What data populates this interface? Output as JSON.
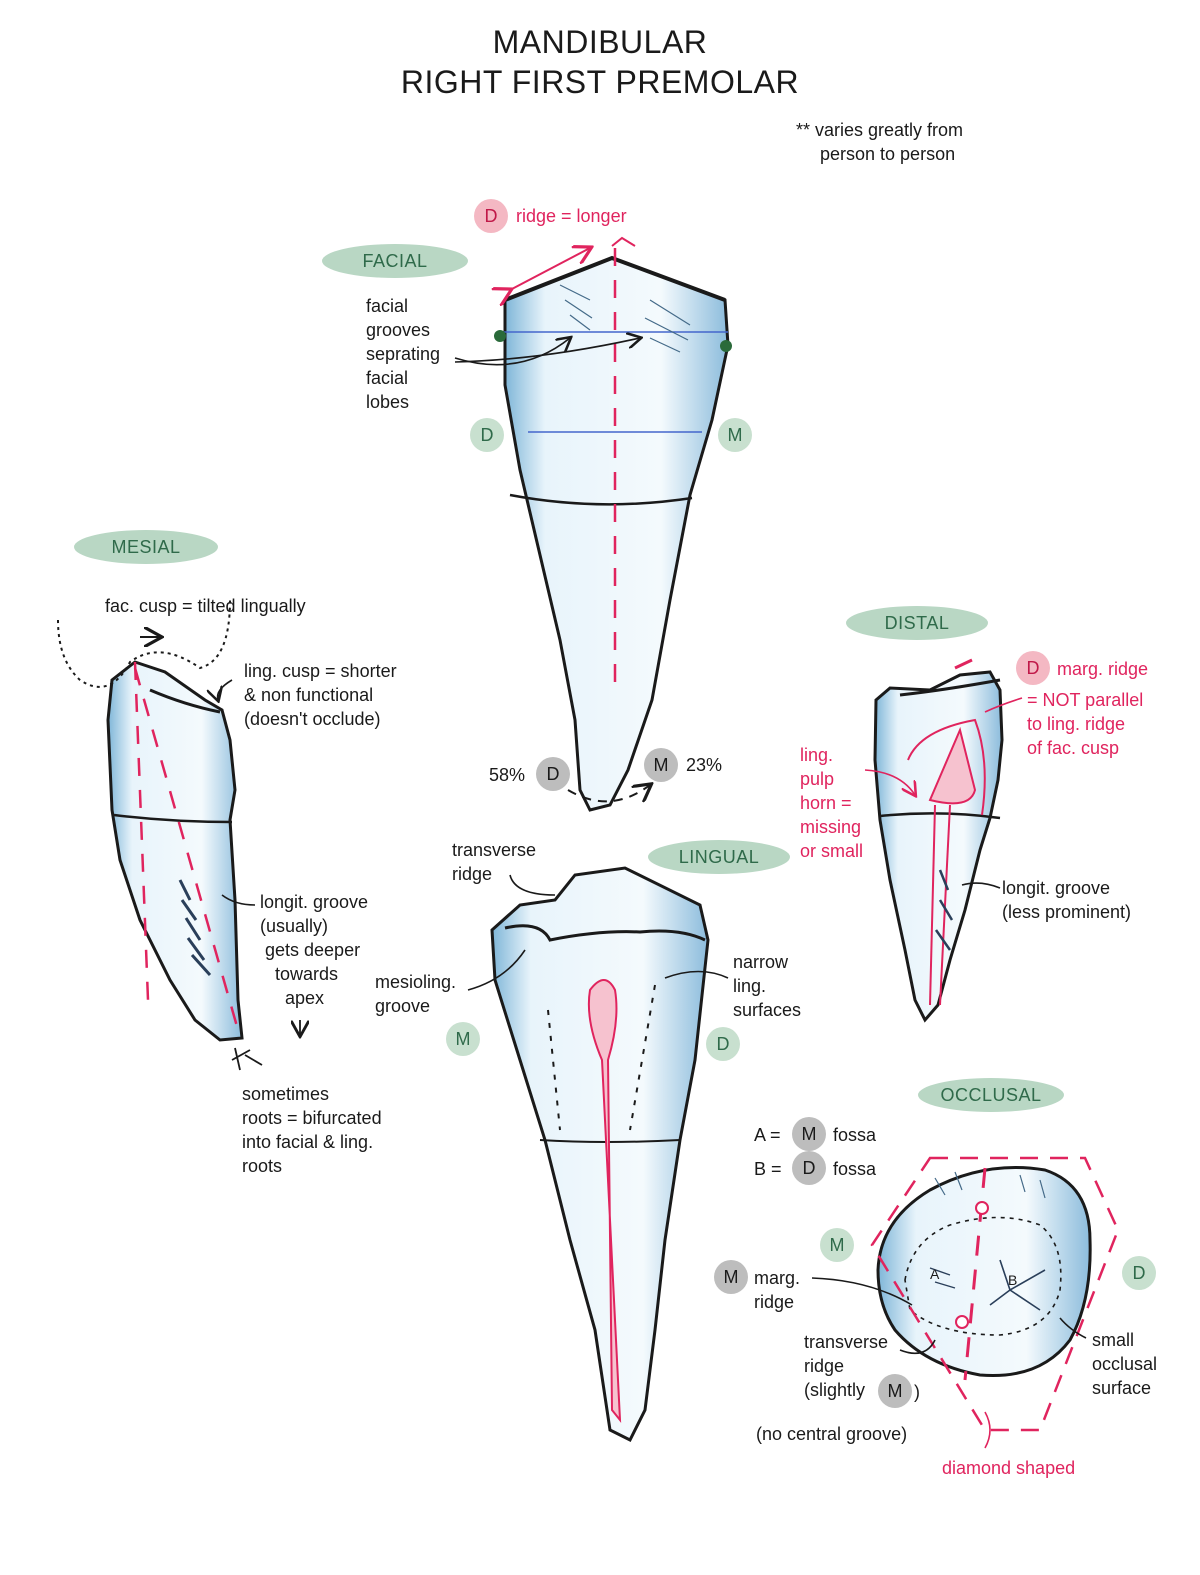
{
  "title": {
    "line1": "MANDIBULAR",
    "line2": "RIGHT FIRST PREMOLAR"
  },
  "note": {
    "line1": "** varies greatly from",
    "line2": "person to person"
  },
  "colors": {
    "accent_red": "#e0245e",
    "view_pill": "#b9d7c4",
    "marker_gray": "#bdbdbd",
    "tooth_fill": "#e6f3fb"
  },
  "facial": {
    "view_label": "FACIAL",
    "d_badge": "D",
    "ridge_note": "ridge = longer",
    "grooves_note": "facial\ngrooves\nseprating\nfacial\nlobes",
    "side_d": "D",
    "side_m": "M",
    "pct_d": "58%",
    "badge_d": "D",
    "badge_m": "M",
    "pct_m": "23%"
  },
  "mesial": {
    "view_label": "MESIAL",
    "fac_cusp_note": "fac. cusp = tilted lingually",
    "ling_cusp_note": "ling. cusp = shorter\n& non functional\n(doesn't occlude)",
    "groove_note": "longit. groove\n(usually)\n gets deeper\n   towards\n     apex",
    "roots_note": "sometimes\nroots = bifurcated\ninto facial & ling.\nroots"
  },
  "distal": {
    "view_label": "DISTAL",
    "d_badge": "D",
    "marg_ridge_note": "marg. ridge",
    "parallel_note": "= NOT parallel\nto ling. ridge\nof fac. cusp",
    "pulp_note": "ling.\npulp\nhorn =\nmissing\nor small",
    "groove_note": "longit. groove\n(less prominent)"
  },
  "lingual": {
    "view_label": "LINGUAL",
    "transverse_note": "transverse\nridge",
    "mesioling_note": "mesioling.\ngroove",
    "narrow_note": "narrow\nling.\nsurfaces",
    "side_m": "M",
    "side_d": "D"
  },
  "occlusal": {
    "view_label": "OCCLUSAL",
    "a_prefix": "A =",
    "a_badge": "M",
    "a_suffix": "fossa",
    "b_prefix": "B =",
    "b_badge": "D",
    "b_suffix": "fossa",
    "side_m": "M",
    "side_d": "D",
    "marg_badge": "M",
    "marg_note": "marg.\nridge",
    "transverse_note": "transverse\nridge\n(slightly",
    "transverse_badge": "M",
    "transverse_close": ")",
    "no_groove_note": "(no central groove)",
    "small_note": "small\nocclusal\nsurface",
    "diamond_note": "diamond shaped",
    "label_a": "A",
    "label_b": "B"
  }
}
